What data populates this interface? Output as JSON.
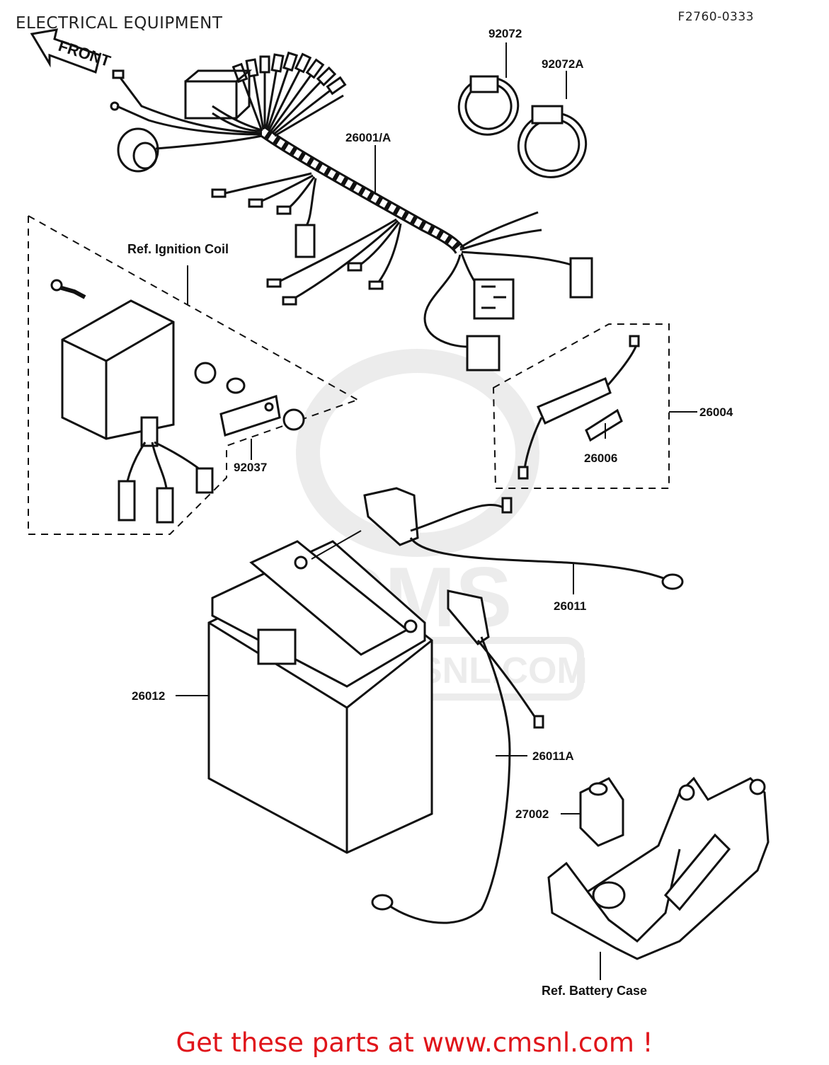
{
  "header": {
    "title": "ELECTRICAL EQUIPMENT",
    "drawing_code": "F2760-0333"
  },
  "direction": "FRONT",
  "parts": [
    {
      "id": "harness",
      "number": "26001/A"
    },
    {
      "id": "band-1",
      "number": "92072"
    },
    {
      "id": "band-2",
      "number": "92072A"
    },
    {
      "id": "fuse-holder",
      "number": "26004"
    },
    {
      "id": "fuse",
      "number": "26006"
    },
    {
      "id": "collar",
      "number": "92037"
    },
    {
      "id": "lead-positive",
      "number": "26011"
    },
    {
      "id": "battery",
      "number": "26012"
    },
    {
      "id": "lead-negative",
      "number": "26011A"
    },
    {
      "id": "relay",
      "number": "27002"
    }
  ],
  "references": {
    "ignition_coil": "Ref. Ignition Coil",
    "battery_case": "Ref. Battery Case"
  },
  "watermark": {
    "logo": "CMS",
    "site": "WWW.CMSNL.COM"
  },
  "footer": {
    "cta": "Get these parts at www.cmsnl.com !"
  }
}
